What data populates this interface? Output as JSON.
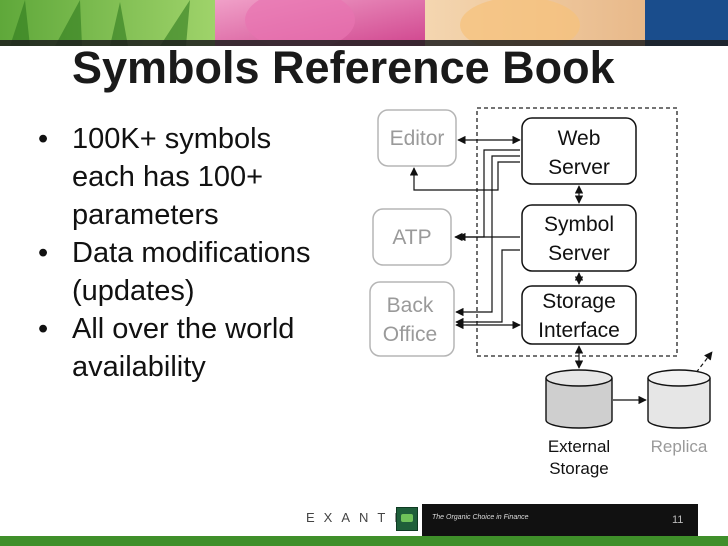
{
  "title": "Symbols Reference Book",
  "bullets": [
    {
      "text": "100K+ symbols\neach has 100+\nparameters"
    },
    {
      "text": "Data modifications\n(updates)"
    },
    {
      "text": "All over the world\navailability"
    }
  ],
  "diagram": {
    "nodes": {
      "editor": "Editor",
      "atp": "ATP",
      "back_office_1": "Back",
      "back_office_2": "Office",
      "web_server_1": "Web",
      "web_server_2": "Server",
      "symbol_server_1": "Symbol",
      "symbol_server_2": "Server",
      "storage_interface_1": "Storage",
      "storage_interface_2": "Interface",
      "external_storage_1": "External",
      "external_storage_2": "Storage",
      "replica": "Replica"
    }
  },
  "footer": {
    "logo": "EXANTE",
    "tagline": "The Organic Choice in Finance",
    "page_number": "11"
  },
  "colors": {
    "footer_stripe": "#3f8f2a",
    "logo_green": "#1f5f3a",
    "client_box_border": "#b5b5b5",
    "client_text": "#9a9a9a"
  }
}
